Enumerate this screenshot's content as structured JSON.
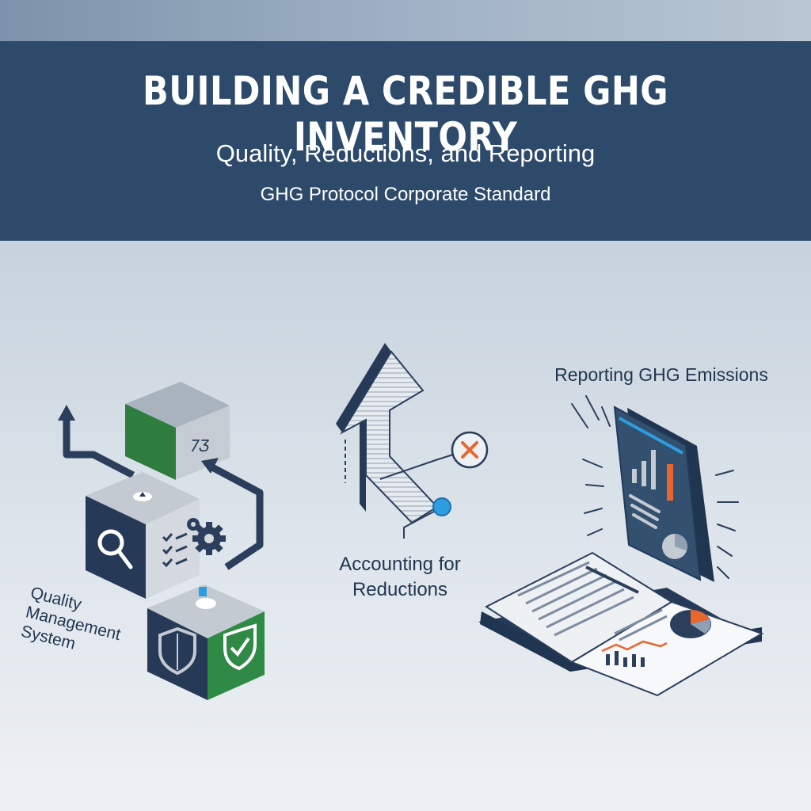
{
  "header": {
    "title": "BUILDING A CREDIBLE GHG INVENTORY",
    "subtitle": "Quality, Reductions, and Reporting",
    "standard": "GHG Protocol Corporate Standard"
  },
  "sections": {
    "quality": {
      "label": "Quality Management System",
      "cube_glyph": "7Ʒ",
      "icons": [
        "magnifier-icon",
        "gear-icon",
        "checklist-icon",
        "shield-icon",
        "shield-check-icon"
      ]
    },
    "reductions": {
      "label": "Accounting for Reductions",
      "icons": [
        "up-arrow-icon",
        "x-mark-icon",
        "blue-dot-icon"
      ]
    },
    "reporting": {
      "label": "Reporting GHG Emissions",
      "icons": [
        "report-panel-icon",
        "bar-chart-icon",
        "pie-chart-icon",
        "open-book-icon",
        "line-chart-icon"
      ]
    }
  },
  "colors": {
    "banner": "#2d4a6b",
    "navy": "#2b3f5c",
    "green": "#2e7d3e",
    "orange": "#e8672f",
    "blue": "#2c9de0"
  }
}
